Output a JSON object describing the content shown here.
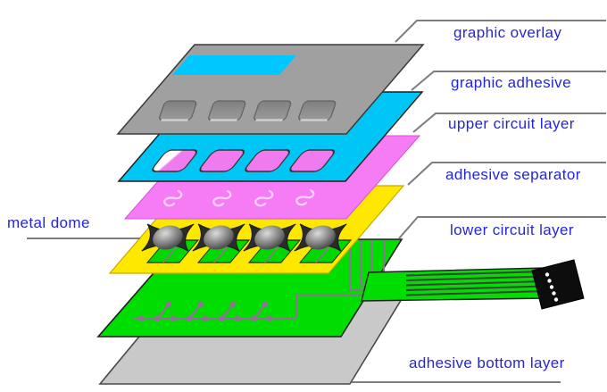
{
  "diagram": {
    "labels": [
      {
        "id": "graphic-overlay",
        "text": "graphic overlay"
      },
      {
        "id": "graphic-adhesive",
        "text": "graphic adhesive"
      },
      {
        "id": "upper-circuit-layer",
        "text": "upper circuit layer"
      },
      {
        "id": "adhesive-separator",
        "text": "adhesive separator"
      },
      {
        "id": "metal-dome",
        "text": "metal dome"
      },
      {
        "id": "lower-circuit-layer",
        "text": "lower circuit layer"
      },
      {
        "id": "adhesive-bottom-layer",
        "text": "adhesive bottom layer"
      }
    ],
    "colors": {
      "label_text": "#2525dd",
      "leader_line": "#7d7d7d",
      "graphic_overlay": "#a0a0a0",
      "graphic_adhesive": "#00c6f5",
      "upper_circuit_layer": "#f67cf6",
      "adhesive_separator": "#ffe800",
      "lower_circuit_layer": "#00dd00",
      "adhesive_bottom_layer": "#c9c9c9",
      "circuit_trace": "#8d7591",
      "metal_dome": "#2b2b2b",
      "connector": "#0d0d0d"
    }
  }
}
